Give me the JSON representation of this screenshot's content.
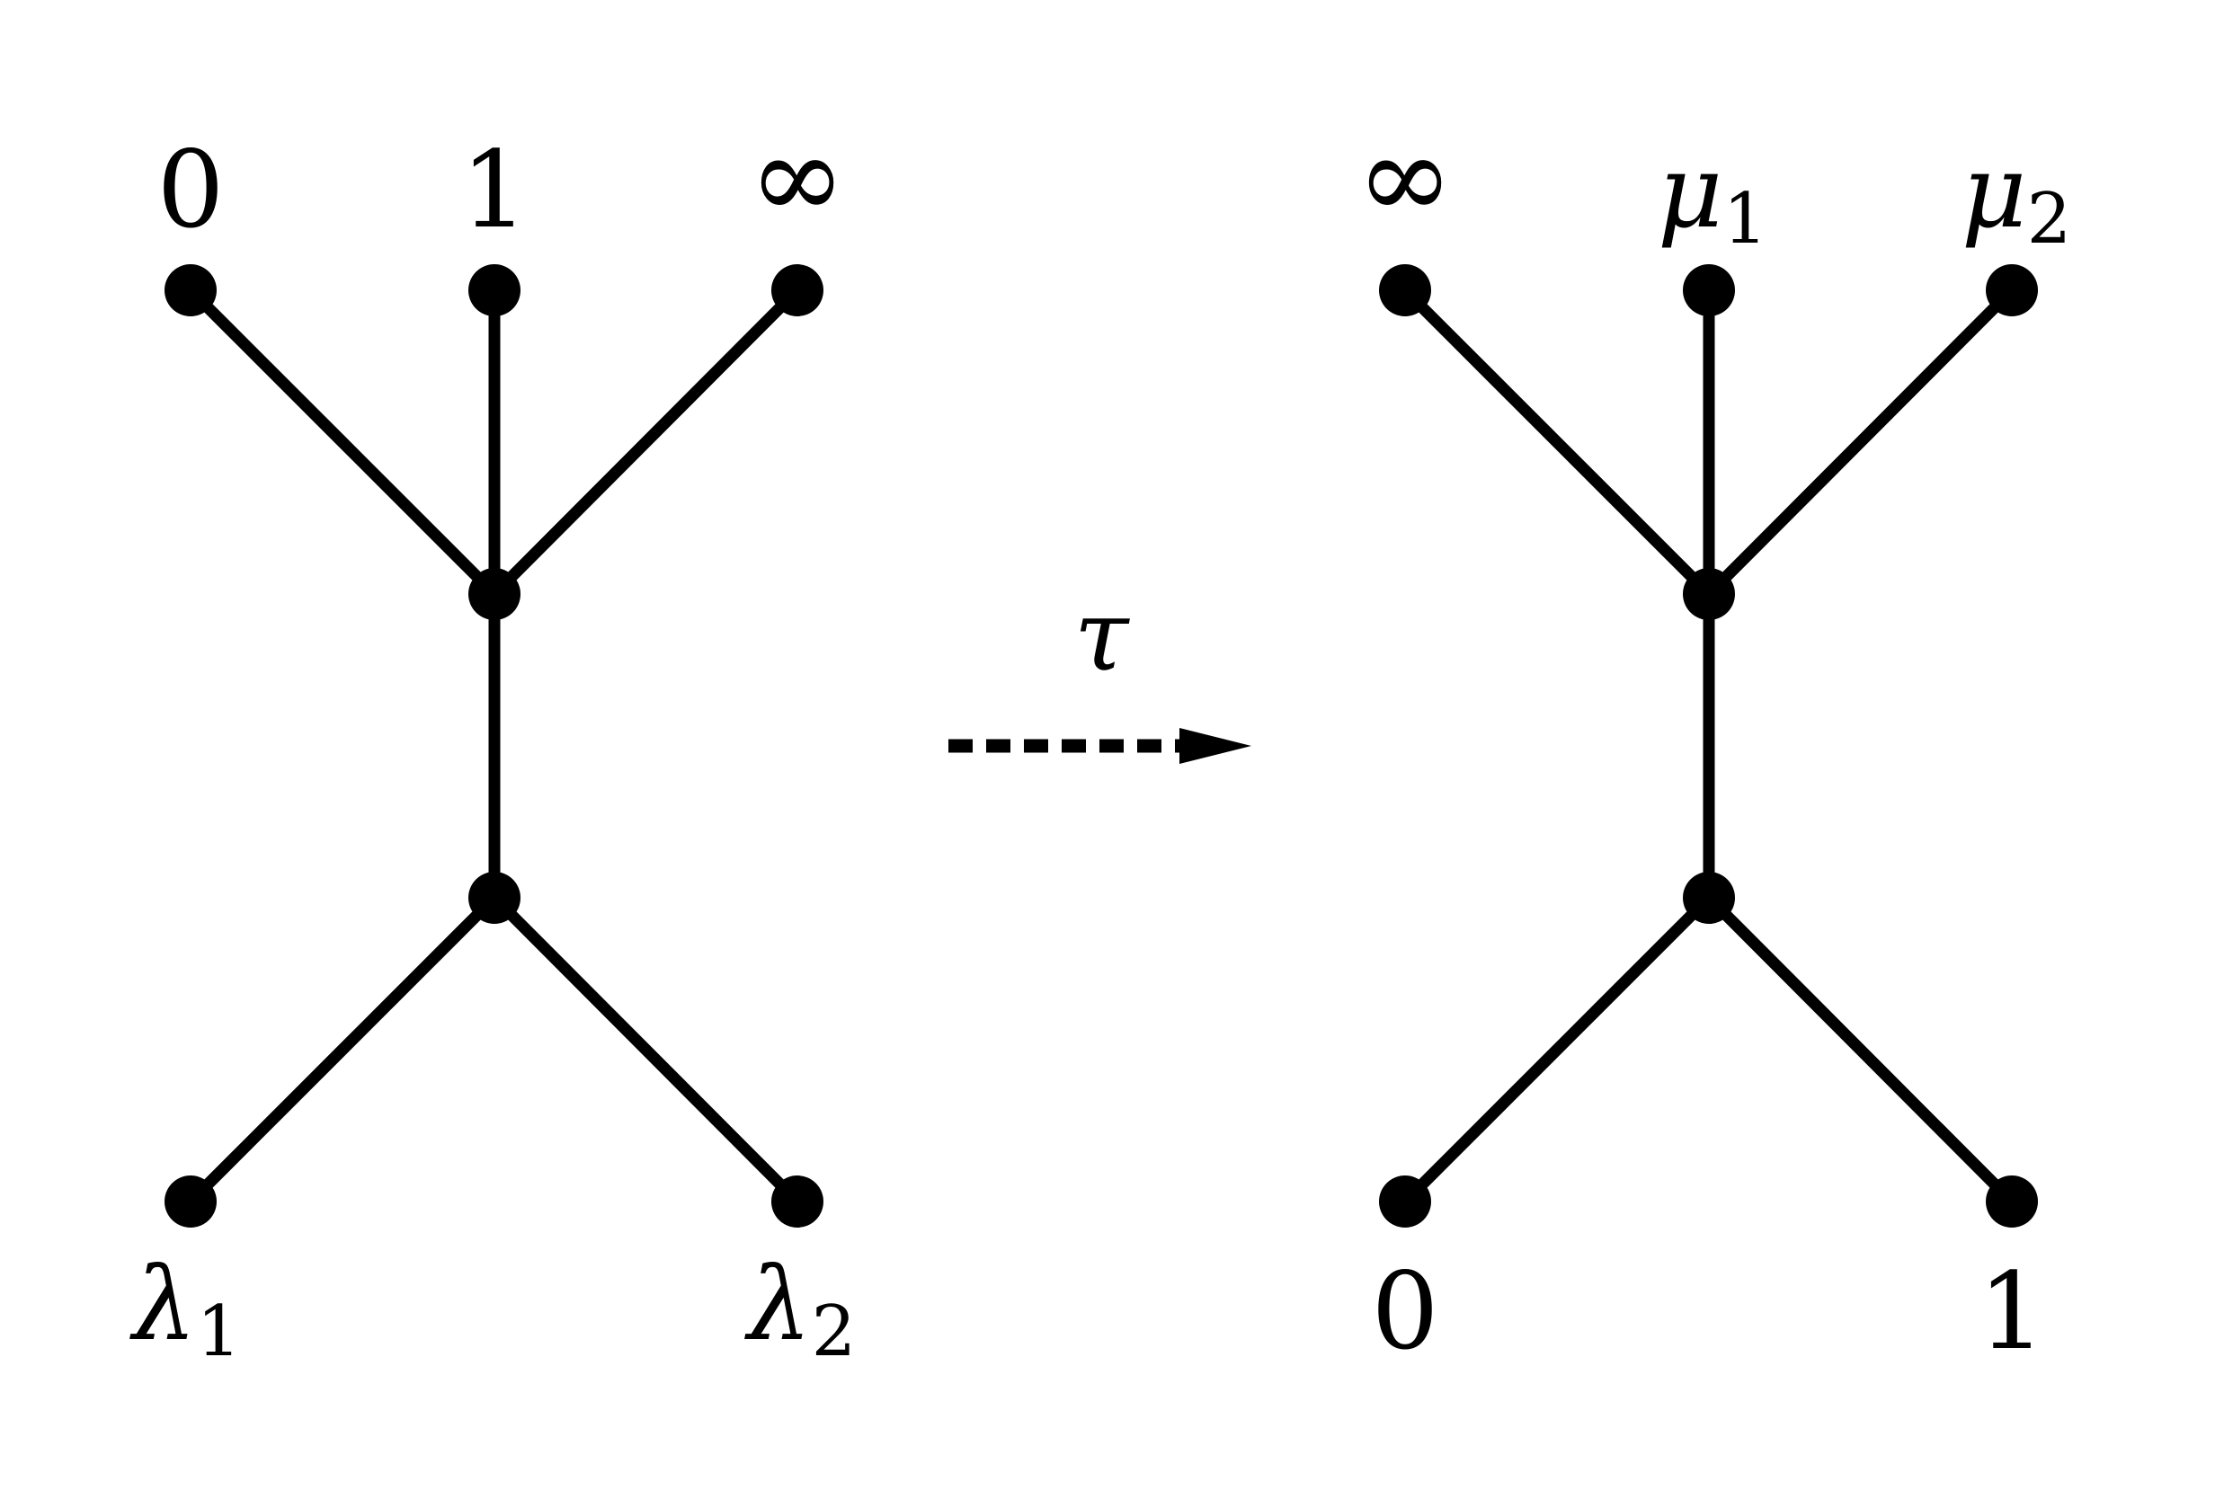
{
  "diagram": {
    "left_tree": {
      "top_labels": [
        "0",
        "1",
        "∞"
      ],
      "bottom_labels": [
        {
          "base": "λ",
          "sub": "1"
        },
        {
          "base": "λ",
          "sub": "2"
        }
      ]
    },
    "right_tree": {
      "top_labels": [
        {
          "base": "∞",
          "sub": ""
        },
        {
          "base": "μ",
          "sub": "1"
        },
        {
          "base": "μ",
          "sub": "2"
        }
      ],
      "bottom_labels": [
        "0",
        "1"
      ]
    },
    "map_label": "τ",
    "colors": {
      "ink": "#000000",
      "background": "#ffffff"
    }
  }
}
